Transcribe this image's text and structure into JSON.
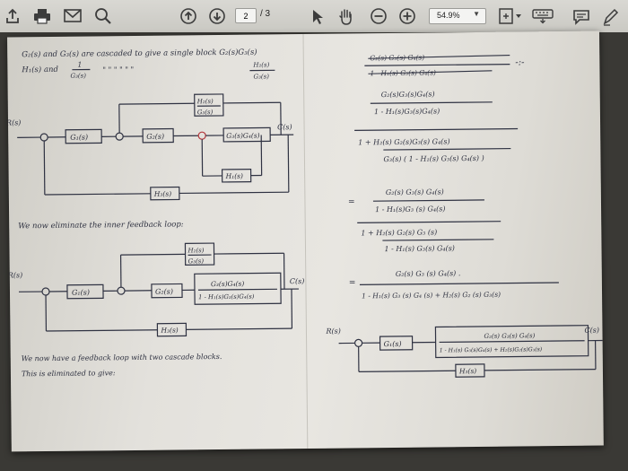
{
  "toolbar": {
    "current_page": "2",
    "total_pages": "/ 3",
    "zoom": "54.9%",
    "icons": [
      "share-icon",
      "print-icon",
      "mail-icon",
      "search-icon",
      "page-up-icon",
      "page-down-icon",
      "select-tool-icon",
      "hand-tool-icon",
      "zoom-out-icon",
      "zoom-in-icon",
      "fit-page-icon",
      "keyboard-icon",
      "comment-icon",
      "pen-icon"
    ]
  },
  "left": {
    "intro1": "G₂(s) and G₃(s) are cascaded to give a single block G₂(s)G₃(s)",
    "intro2a": "H₁(s) and",
    "intro2b": "1",
    "intro2c": "G₃(s)",
    "intro2d": "\"   \"   \"   \"   \"   \"",
    "intro2e": "H₂(s)",
    "intro2f": "G₃(s)",
    "d1": {
      "r_label": "R(s)",
      "g1": "G₁(s)",
      "g2": "G₂(s)",
      "g3g4": "G₃(s)G₄(s)",
      "h2_num": "H₂(s)",
      "h2_den": "G₃(s)",
      "h1": "H₁(s)",
      "h3": "H₃(s)",
      "out": "C(s)"
    },
    "mid_text": "We now eliminate the inner feedback loop:",
    "d2": {
      "r_label": "R(s)",
      "g1": "G₁(s)",
      "g2": "G₂(s)",
      "h2_num": "H₂(s)",
      "h2_den": "G₃(s)",
      "tf_num": "G₃(s)G₄(s)",
      "tf_den": "1 - H₁(s)G₃(s)G₄(s)",
      "h3": "H₃(s)",
      "out": "C(s)"
    },
    "bottom1": "We now have a feedback loop with two cascade blocks.",
    "bottom2": "This is eliminated to give:"
  },
  "right": {
    "f1_top": "G₂(s) G₃(s) G₄(s)",
    "f1_bot": "1 - H₁(s) G₃(s) G₄(s)",
    "f1_num": "G₂(s)G₃(s)G₄(s)",
    "f1_den": "1 - H₁(s)G₃(s)G₄(s)",
    "f1_plus": "1 + H₂(s) G₂(s)G₃(s) G₄(s)",
    "f1_plus_den": "G₃(s) ( 1 - H₁(s) G₃(s) G₄(s) )",
    "eq": "=",
    "f2_num": "G₂(s) G₃(s) G₄(s)",
    "f2_den": "1 - H₁(s)G₃ (s) G₄(s)",
    "f2_plus": "1 + H₂(s) G₂(s) G₃ (s)",
    "f2_plus_den": "1 - H₁(s) G₃(s) G₄(s)",
    "f3_num": "G₂(s) G₃ (s) G₄(s) .",
    "f3_den": "1 - H₁(s) G₃ (s) G₄ (s) + H₂(s) G₂ (s) G₃(s)",
    "d3": {
      "r_label": "R(s)",
      "g1": "G₁(s)",
      "tf_num": "G₂(s) G₃(s) G₄(s)",
      "tf_den": "1 - H₁(s) G₃(s)G₄(s) + H₂(s)G₂(s)G₃(s)",
      "h3": "H₃(s)",
      "out": "C(s)"
    }
  }
}
